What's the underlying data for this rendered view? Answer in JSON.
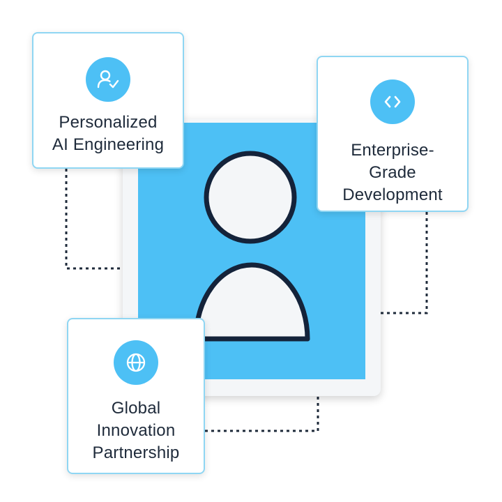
{
  "cards": {
    "personalized": {
      "label": "Personalized\nAI Engineering",
      "icon": "user-check-icon"
    },
    "enterprise": {
      "label": "Enterprise-\nGrade\nDevelopment",
      "icon": "code-brackets-icon"
    },
    "global": {
      "label": "Global\nInnovation\nPartnership",
      "icon": "globe-icon"
    }
  },
  "center": {
    "icon": "user-avatar-icon"
  },
  "colors": {
    "accent": "#4dc0f5",
    "card_border": "#8fd6f3",
    "text": "#1e2a3a",
    "outline": "#14233a"
  }
}
